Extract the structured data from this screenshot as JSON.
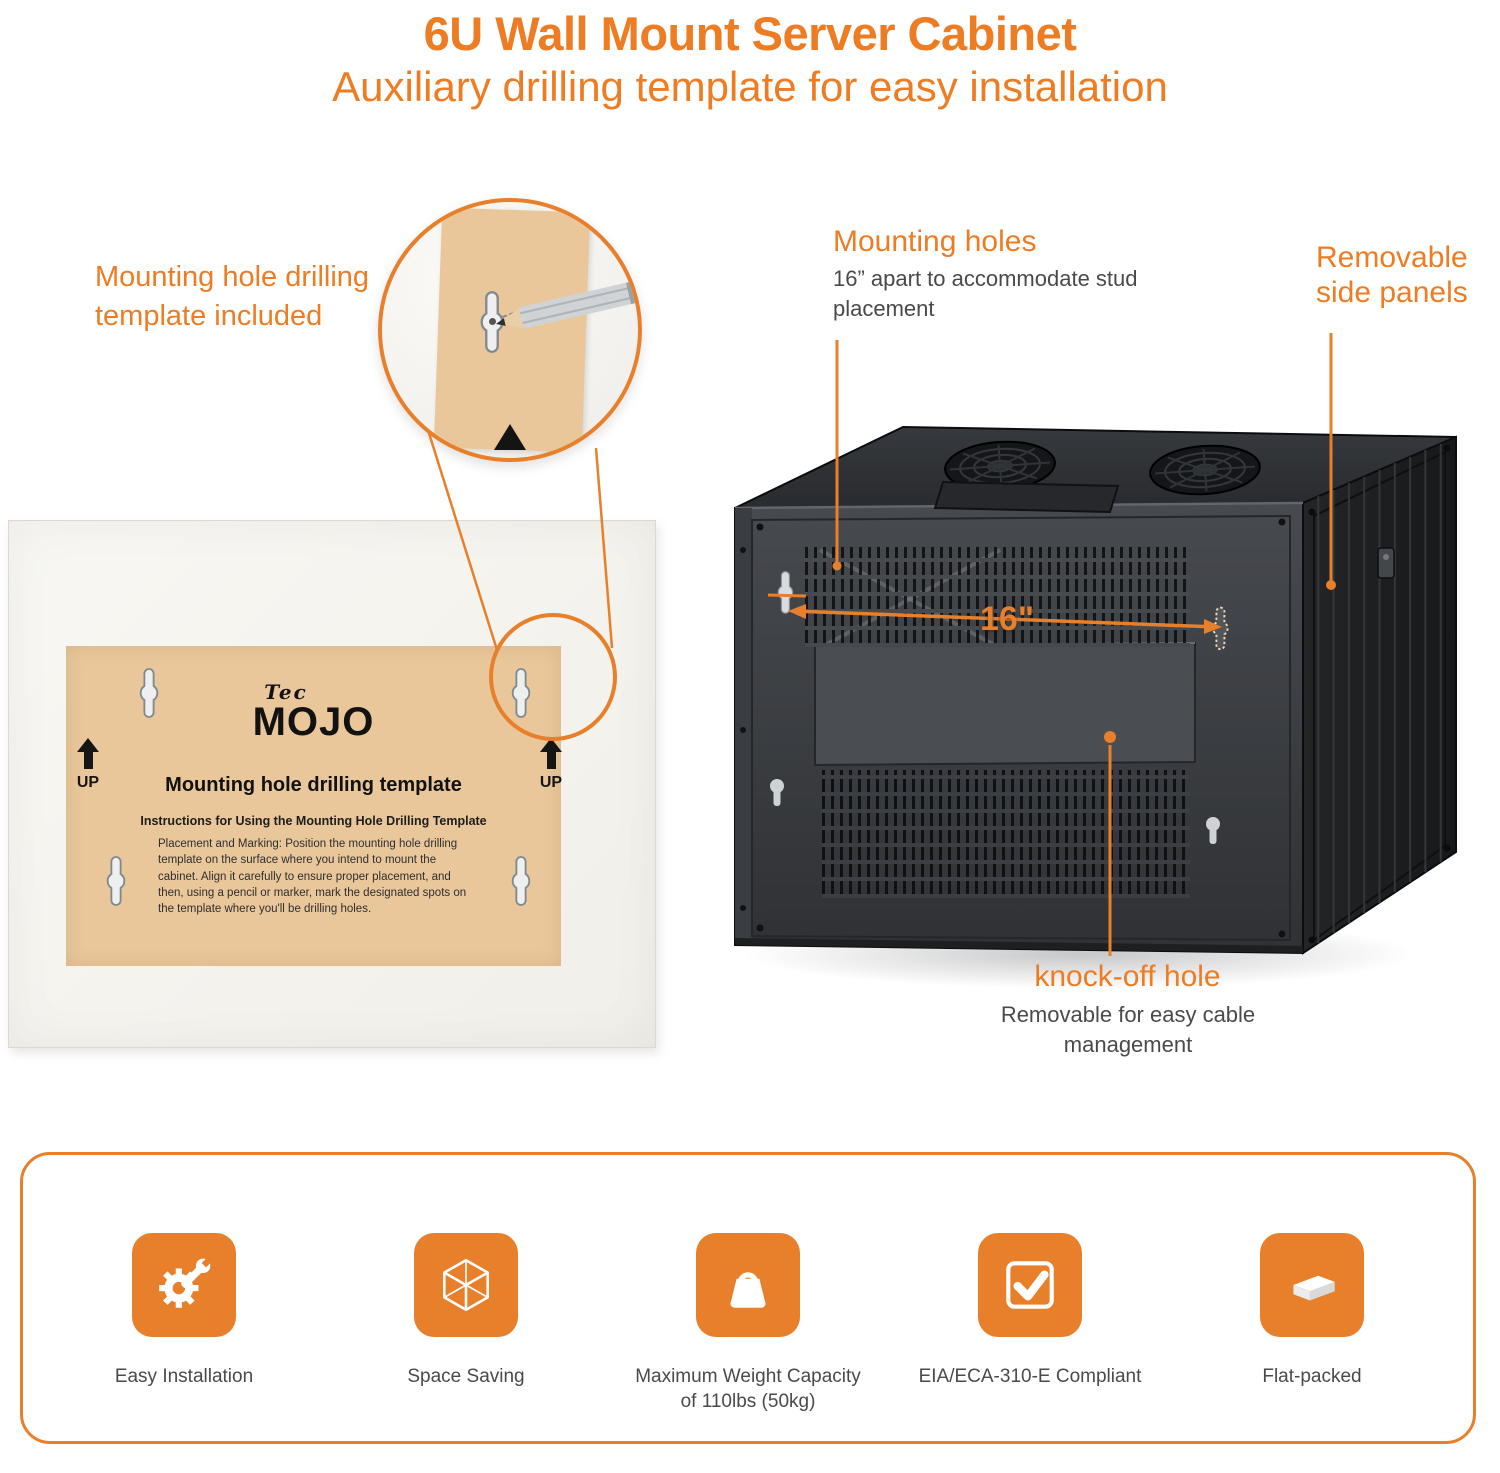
{
  "header": {
    "title": "6U Wall Mount Server Cabinet",
    "subtitle": "Auxiliary drilling template for easy installation"
  },
  "callouts": {
    "template_included": "Mounting hole drilling template included",
    "mounting_holes": {
      "title": "Mounting holes",
      "desc": "16” apart to accommodate stud placement",
      "dimension": "16\""
    },
    "side_panels": "Removable side panels",
    "knock_off": {
      "title": "knock-off hole",
      "desc": "Removable for easy cable management"
    }
  },
  "template_sheet": {
    "brand_script": "Tec",
    "brand_main": "MOJO",
    "heading": "Mounting hole drilling template",
    "instructions_title": "Instructions for Using the Mounting Hole Drilling Template",
    "instructions_body": "Placement and Marking: Position the mounting hole drilling template on the surface where you intend to mount the cabinet. Align it carefully to ensure proper placement, and then, using a pencil or marker, mark the designated spots on the template where you'll be drilling holes.",
    "up_label": "UP"
  },
  "features": [
    {
      "icon": "wrench-gear-icon",
      "label": "Easy Installation"
    },
    {
      "icon": "cube-icon",
      "label": "Space Saving"
    },
    {
      "icon": "weight-icon",
      "label": "Maximum Weight Capacity of 110lbs (50kg)"
    },
    {
      "icon": "checkmark-icon",
      "label": "EIA/ECA-310-E Compliant"
    },
    {
      "icon": "flat-box-icon",
      "label": "Flat-packed"
    }
  ],
  "colors": {
    "accent": "#E87F2B",
    "text_gray": "#4A4A4A",
    "template_paper": "#E9C79B",
    "cabinet_dark": "#2E3032"
  }
}
